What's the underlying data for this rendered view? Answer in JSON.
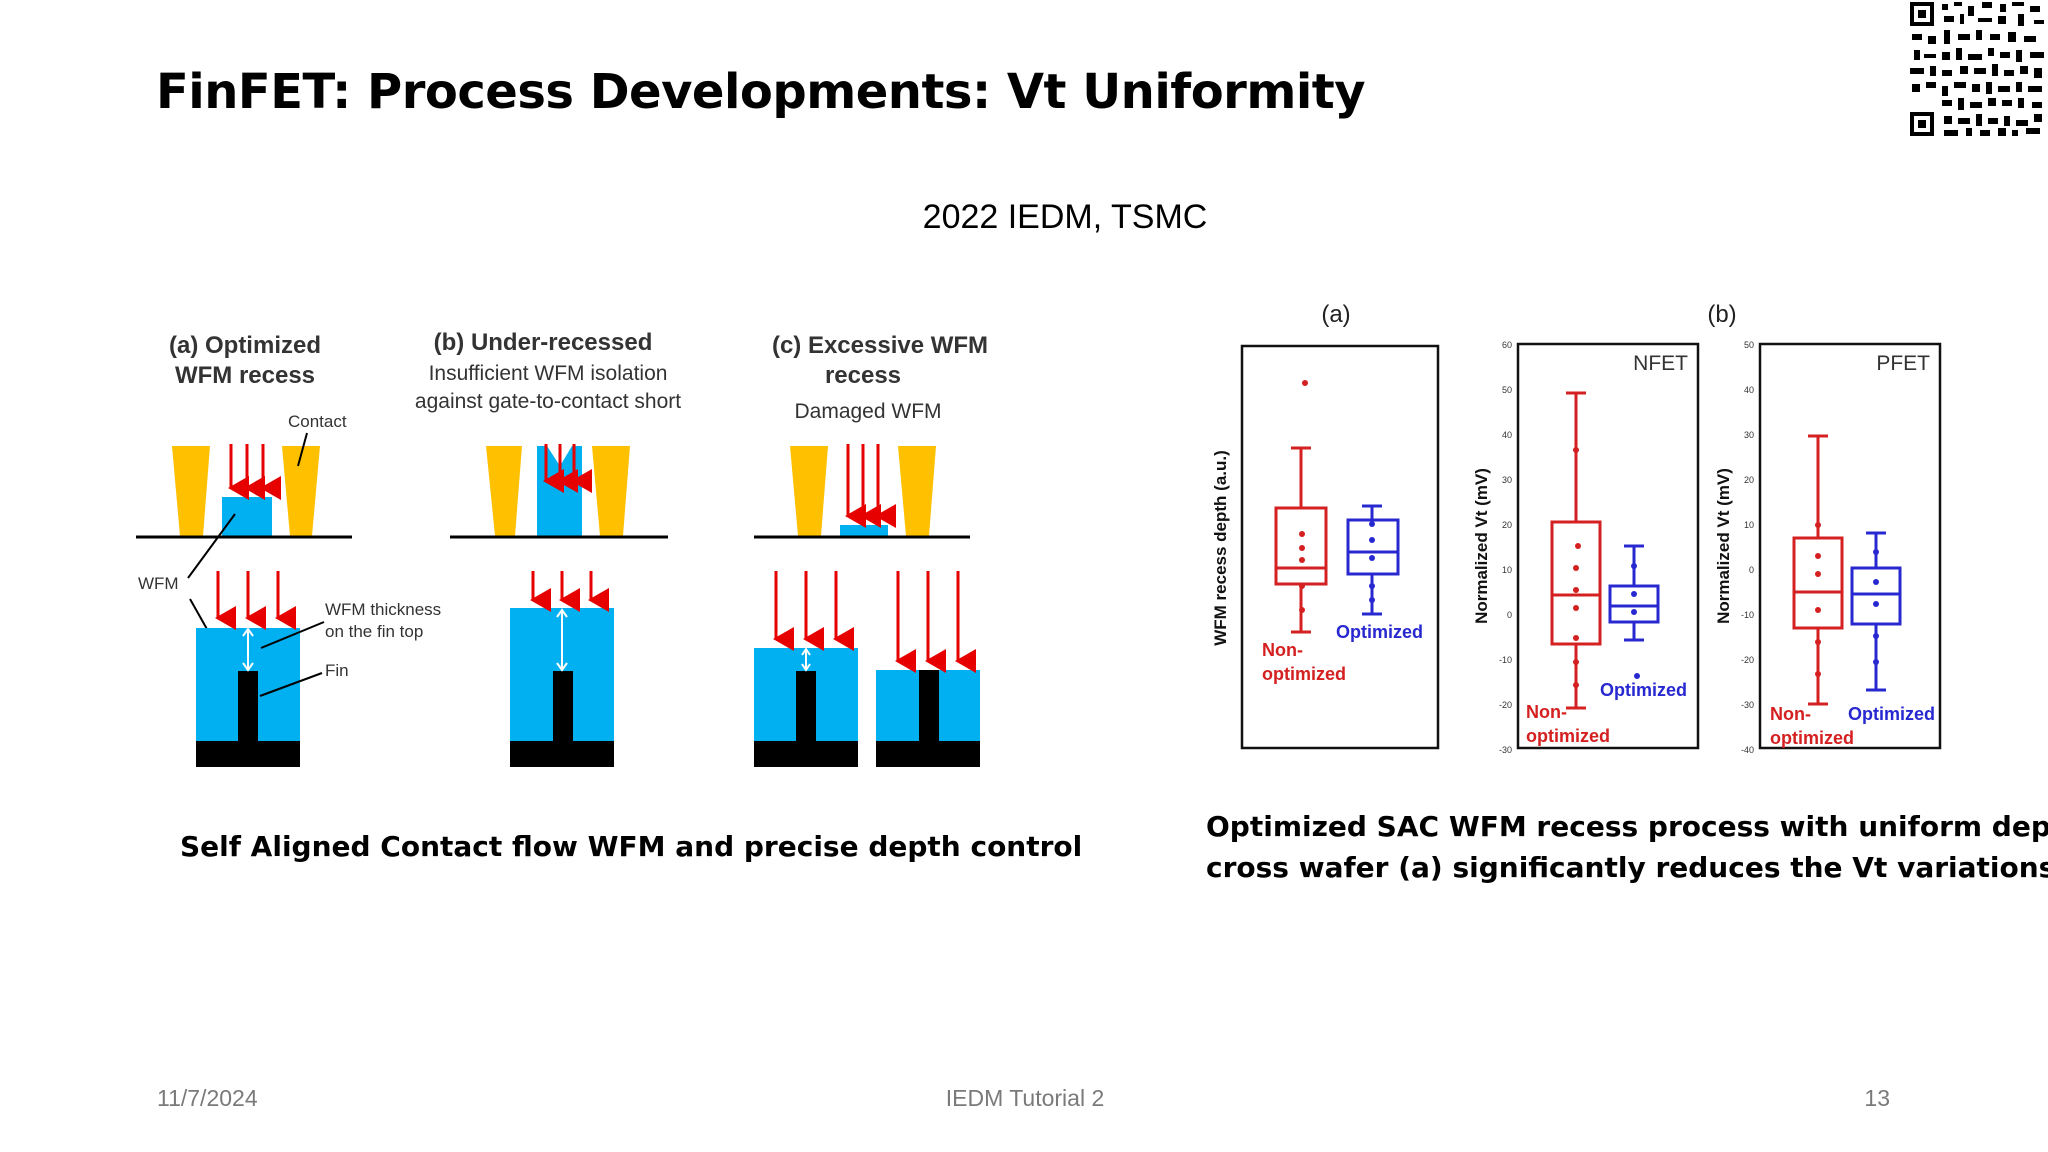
{
  "title": "FinFET: Process Developments: Vt Uniformity",
  "source": "2022 IEDM, TSMC",
  "left_figure": {
    "panel_a_title": [
      "(a) Optimized",
      "WFM recess"
    ],
    "panel_b_title": "(b) Under-recessed",
    "panel_b_desc": [
      "Insufficient WFM isolation",
      "against gate-to-contact short"
    ],
    "panel_c_title": [
      "(c) Excessive WFM",
      "recess"
    ],
    "panel_c_desc": "Damaged WFM",
    "label_contact": "Contact",
    "label_wfm": "WFM",
    "label_thickness": [
      "WFM thickness",
      "on the fin top"
    ],
    "label_fin": "Fin",
    "colors": {
      "contact": "#ffc000",
      "wfm": "#00b0f0",
      "arrow": "#e60000",
      "fin": "#000000"
    }
  },
  "right_figure": {
    "label_a": "(a)",
    "label_b": "(b)",
    "plot_a": {
      "ylabel": "WFM recess depth (a.u.)",
      "label_non": [
        "Non-",
        "optimized"
      ],
      "label_opt": "Optimized"
    },
    "plot_nfet": {
      "title": "NFET",
      "ylabel": "Normalized Vt (mV)",
      "yticks": [
        "60",
        "50",
        "40",
        "30",
        "20",
        "10",
        "0",
        "-10",
        "-20",
        "-30"
      ],
      "label_non": [
        "Non-",
        "optimized"
      ],
      "label_opt": "Optimized"
    },
    "plot_pfet": {
      "title": "PFET",
      "ylabel": "Normalized Vt (mV)",
      "yticks": [
        "50",
        "40",
        "30",
        "20",
        "10",
        "0",
        "-10",
        "-20",
        "-30",
        "-40"
      ],
      "label_non": [
        "Non-",
        "optimized"
      ],
      "label_opt": "Optimized"
    },
    "colors": {
      "non_optimized": "#d42020",
      "optimized": "#2828d0"
    }
  },
  "caption_left": "Self Aligned Contact flow WFM and precise depth control",
  "caption_right": [
    "Optimized SAC WFM recess process with uniform depth",
    "cross wafer (a) significantly reduces the Vt variations (b)"
  ],
  "footer": {
    "date": "11/7/2024",
    "center": "IEDM Tutorial 2",
    "page": "13"
  }
}
